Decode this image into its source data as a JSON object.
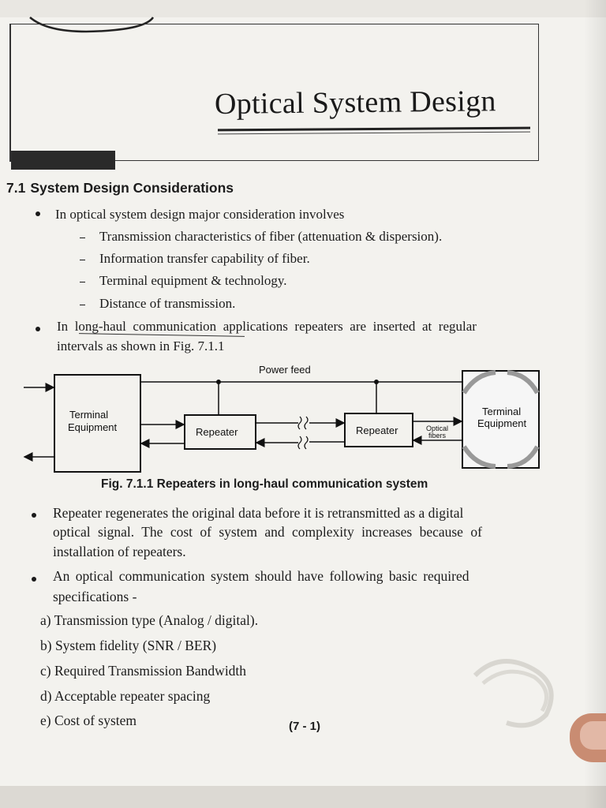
{
  "chapter": {
    "title": "Optical System Design"
  },
  "section": {
    "number": "7.1",
    "title": "System Design Considerations"
  },
  "bullet1": {
    "text": "In optical system design major consideration involves",
    "items": [
      "Transmission characteristics of fiber (attenuation & dispersion).",
      "Information transfer capability of fiber.",
      "Terminal equipment & technology.",
      "Distance of transmission."
    ]
  },
  "bullet2": {
    "line1": "In long-haul communication applications repeaters are inserted at regular",
    "line2": "intervals as shown in Fig. 7.1.1"
  },
  "diagram": {
    "power_feed": "Power feed",
    "terminal_left_line1": "Terminal",
    "terminal_left_line2": "Equipment",
    "repeater_1": "Repeater",
    "repeater_2": "Repeater",
    "optical_fibers_line1": "Optical",
    "optical_fibers_line2": "fibers",
    "terminal_right_line1": "Terminal",
    "terminal_right_line2": "Equipment"
  },
  "figure": {
    "caption": "Fig. 7.1.1 Repeaters in long-haul communication system"
  },
  "bullet3": {
    "line1": "Repeater regenerates the original data before it is retransmitted as a digital",
    "line2": "optical signal. The cost of system and complexity increases because of",
    "line3": "installation of repeaters."
  },
  "bullet4": {
    "line1": "An optical communication system should have following basic required",
    "line2": "specifications -"
  },
  "specs": [
    "a) Transmission type (Analog / digital).",
    "b) System fidelity (SNR / BER)",
    "c) Required Transmission Bandwidth",
    "d) Acceptable repeater spacing",
    "e) Cost of system"
  ],
  "page_number": "(7 - 1)"
}
